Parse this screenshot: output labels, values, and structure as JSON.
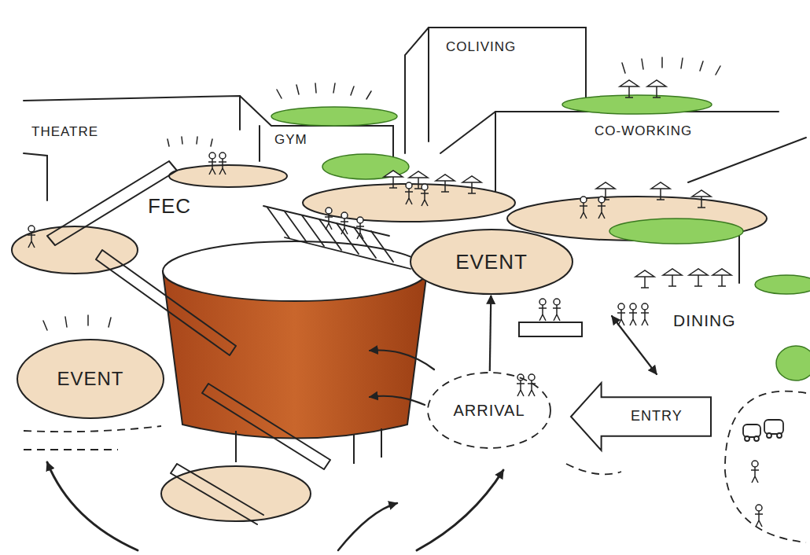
{
  "diagram": {
    "nodes": [
      {
        "text": [
          "THEATRE"
        ]
      },
      {
        "text": [
          "GYM"
        ]
      },
      {
        "text": [
          "COLIVING"
        ]
      },
      {
        "text": [
          "CO-WORKING"
        ]
      },
      {
        "text": [
          "EVENT"
        ]
      },
      {
        "text": [
          "EVENT"
        ]
      },
      {
        "text": [
          "ARRIVAL"
        ]
      },
      {
        "text": [
          "ENTRY"
        ]
      }
    ],
    "edges": [
      {
        "from": 6,
        "to": 4,
        "arrow": "to"
      }
    ],
    "labels": [
      "FEC",
      "DINING"
    ]
  }
}
